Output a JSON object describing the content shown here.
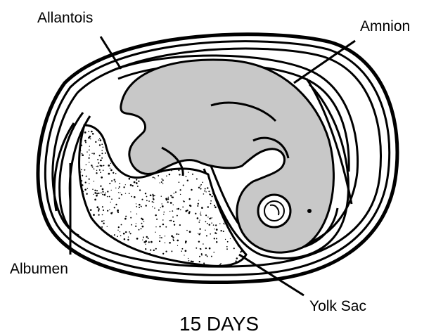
{
  "labels": {
    "allantois": "Allantois",
    "amnion": "Amnion",
    "albumen": "Albumen",
    "yolk_sac": "Yolk Sac"
  },
  "caption": "15 DAYS",
  "colors": {
    "line": "#000000",
    "embryo_fill": "#c8c8c8",
    "background": "#ffffff",
    "stipple": "#000000"
  }
}
